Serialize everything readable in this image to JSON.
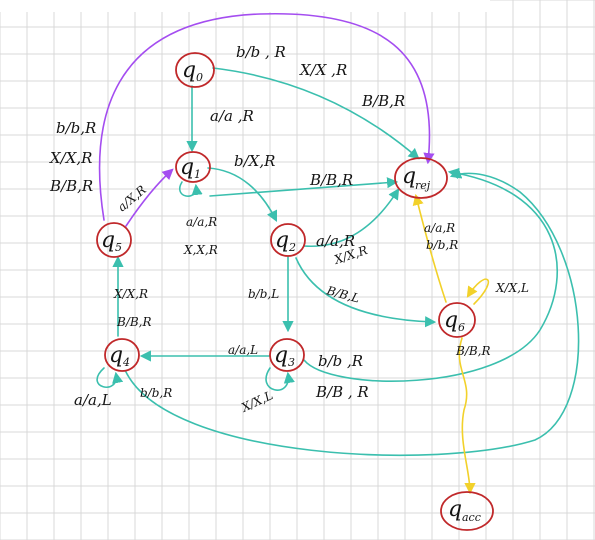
{
  "colors": {
    "background": "#ffffff",
    "grid": "#d9d9d9",
    "state_ring": "#c0282a",
    "teal_edge": "#3bbfae",
    "purple_edge": "#a44df0",
    "yellow_edge": "#f2d12a",
    "ink": "#141414"
  },
  "states": [
    {
      "id": "q0",
      "base": "q",
      "sub": "0"
    },
    {
      "id": "q1",
      "base": "q",
      "sub": "1"
    },
    {
      "id": "q2",
      "base": "q",
      "sub": "2"
    },
    {
      "id": "q3",
      "base": "q",
      "sub": "3"
    },
    {
      "id": "q4",
      "base": "q",
      "sub": "4"
    },
    {
      "id": "q5",
      "base": "q",
      "sub": "5"
    },
    {
      "id": "q6",
      "base": "q",
      "sub": "6"
    },
    {
      "id": "qrej",
      "base": "q",
      "sub": "rej"
    },
    {
      "id": "qacc",
      "base": "q",
      "sub": "acc"
    }
  ],
  "labels": {
    "q0_q1": "a/a ,R",
    "q0_rej_b": "b/b , R",
    "q0_rej_x": "X/X ,R",
    "q0_rej_B": "B/B,R",
    "q5_rej_b": "b/b,R",
    "q5_rej_x": "X/X,R",
    "q5_rej_B": "B/B,R",
    "q5_q1": "a/X,R",
    "q1_q2": "b/X,R",
    "q1_rej": "B/B,R",
    "q1_loop_a": "a/a,R",
    "q1_loop_x": "X,X,R",
    "q2_rej_a": "a/a,R",
    "q2_rej_x": "X/X,R",
    "q2_q3": "b/b,L",
    "q2_q6": "B/B,L",
    "q6_rej_a": "a/a,R",
    "q6_rej_b": "b/b,R",
    "q6_loop": "X/X,L",
    "q6_acc": "B/B,R",
    "q3_q4": "a/a,L",
    "q3_loop": "X/X,L",
    "q3_rej_b": "b/b ,R",
    "q3_rej_B": "B/B , R",
    "q4_q5_x": "X/X,R",
    "q4_q5_B": "B/B,R",
    "q4_loop": "a/a,L",
    "q4_rej": "b/b,R"
  }
}
